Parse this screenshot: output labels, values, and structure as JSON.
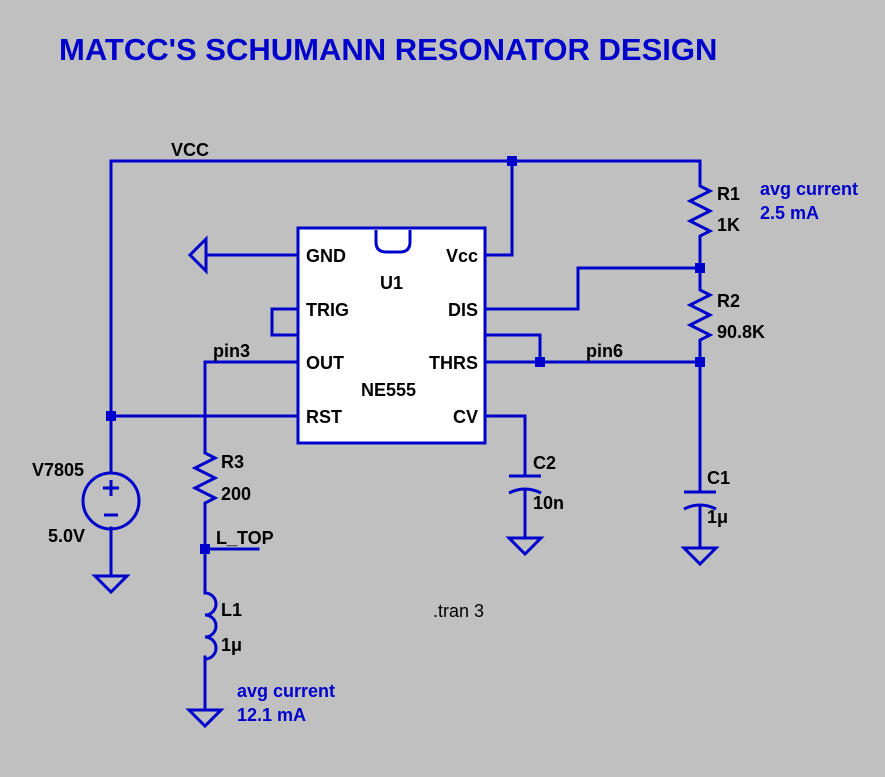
{
  "title": "MATCC'S  SCHUMANN  RESONATOR  DESIGN",
  "colors": {
    "background": "#c0c0c0",
    "wire": "#0000cc",
    "chip_fill": "#ffffff",
    "label": "#000000"
  },
  "nets": {
    "vcc": "VCC",
    "pin3": "pin3",
    "pin6": "pin6",
    "l_top": "L_TOP"
  },
  "chip": {
    "ref": "U1",
    "part": "NE555",
    "pins": {
      "gnd": "GND",
      "vcc": "Vcc",
      "trig": "TRIG",
      "dis": "DIS",
      "out": "OUT",
      "thrs": "THRS",
      "rst": "RST",
      "cv": "CV"
    }
  },
  "components": {
    "r1": {
      "ref": "R1",
      "value": "1K"
    },
    "r2": {
      "ref": "R2",
      "value": "90.8K"
    },
    "r3": {
      "ref": "R3",
      "value": "200"
    },
    "c1": {
      "ref": "C1",
      "value": "1μ"
    },
    "c2": {
      "ref": "C2",
      "value": "10n"
    },
    "l1": {
      "ref": "L1",
      "value": "1μ"
    },
    "v1": {
      "ref": "V7805",
      "value": "5.0V"
    }
  },
  "annotations": {
    "r1_current": [
      "avg current",
      "2.5 mA"
    ],
    "l1_current": [
      "avg current",
      "12.1 mA"
    ]
  },
  "directive": ".tran 3"
}
